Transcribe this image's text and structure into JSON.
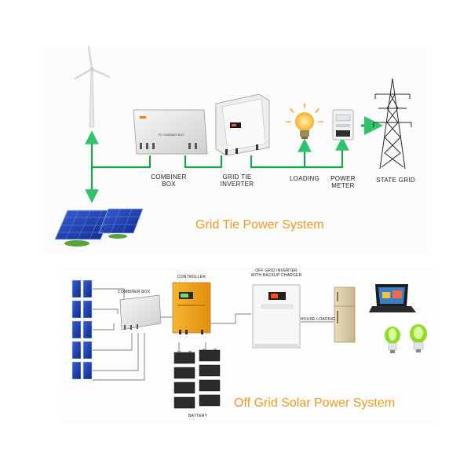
{
  "grid_tie": {
    "title": "Grid Tie Power System",
    "labels": {
      "combiner_box": [
        "COMBINER",
        "BOX"
      ],
      "inverter": [
        "GRID TIE",
        "INVERTER"
      ],
      "loading": "LOADING",
      "power_meter": [
        "POWER",
        "METER"
      ],
      "state_grid": "STATE GRID"
    },
    "combiner_box_plate": "PV COMBINER BOX",
    "connector_color": "#1aa24a",
    "arrow_color": "#2fc46b"
  },
  "off_grid": {
    "title": "Off Grid Solar Power System",
    "labels": {
      "combiner_box": "COMBINER BOX",
      "controller": "CONTROLLER",
      "inverter": [
        "OFF GRID INVERTER",
        "WITH BACKUP CHARGER"
      ],
      "house_loading": "HOUSE LOADING",
      "battery": "BATTERY"
    },
    "title_color": "#f29a1e",
    "controller_color": "#f2a51c"
  }
}
